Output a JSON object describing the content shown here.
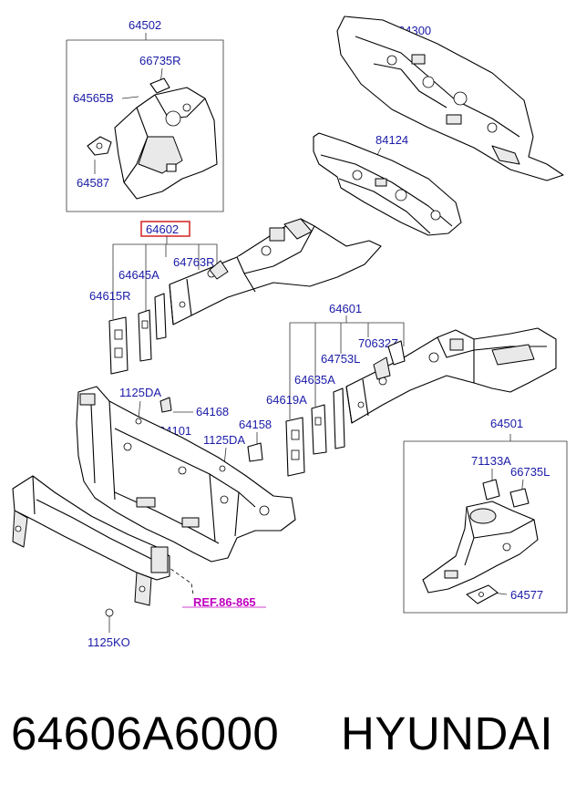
{
  "labels": {
    "l64502": "64502",
    "l66735R": "66735R",
    "l64565B": "64565B",
    "l64587": "64587",
    "l64300": "64300",
    "l84124": "84124",
    "l64602": "64602",
    "l64763R": "64763R",
    "l64645A": "64645A",
    "l64615R": "64615R",
    "l64601": "64601",
    "l70632Z": "70632Z",
    "l64753L": "64753L",
    "l64635A": "64635A",
    "l64619A": "64619A",
    "l1125DA_a": "1125DA",
    "l64168": "64168",
    "l64101": "64101",
    "l64158": "64158",
    "l1125DA_b": "1125DA",
    "l64501": "64501",
    "l71133A": "71133A",
    "l66735L": "66735L",
    "l64577": "64577",
    "lRef": "REF.86-865",
    "l1125KO": "1125KO"
  },
  "highlight_color": "#d42020",
  "label_color": "#1a1aa8",
  "reference_color": "#c000c0",
  "footer": {
    "part_number": "64606A6000",
    "brand": "HYUNDAI"
  }
}
